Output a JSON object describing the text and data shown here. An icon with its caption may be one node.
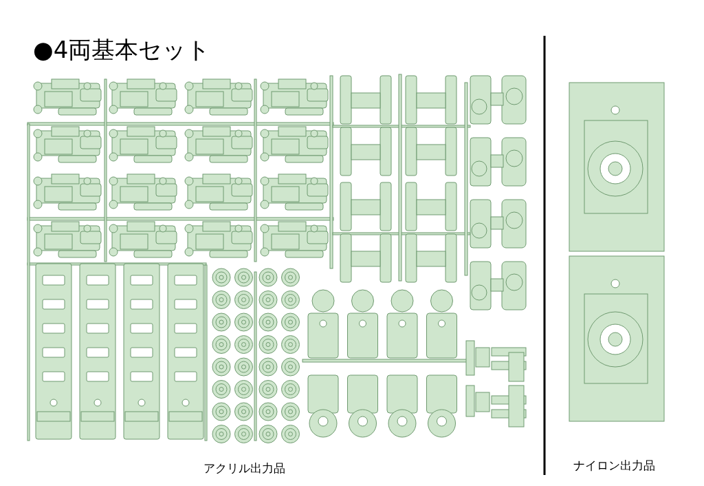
{
  "diagram": {
    "title": "●4両基本セット",
    "labels": [
      "アクリル出力品",
      "ナイロン出力品"
    ]
  }
}
